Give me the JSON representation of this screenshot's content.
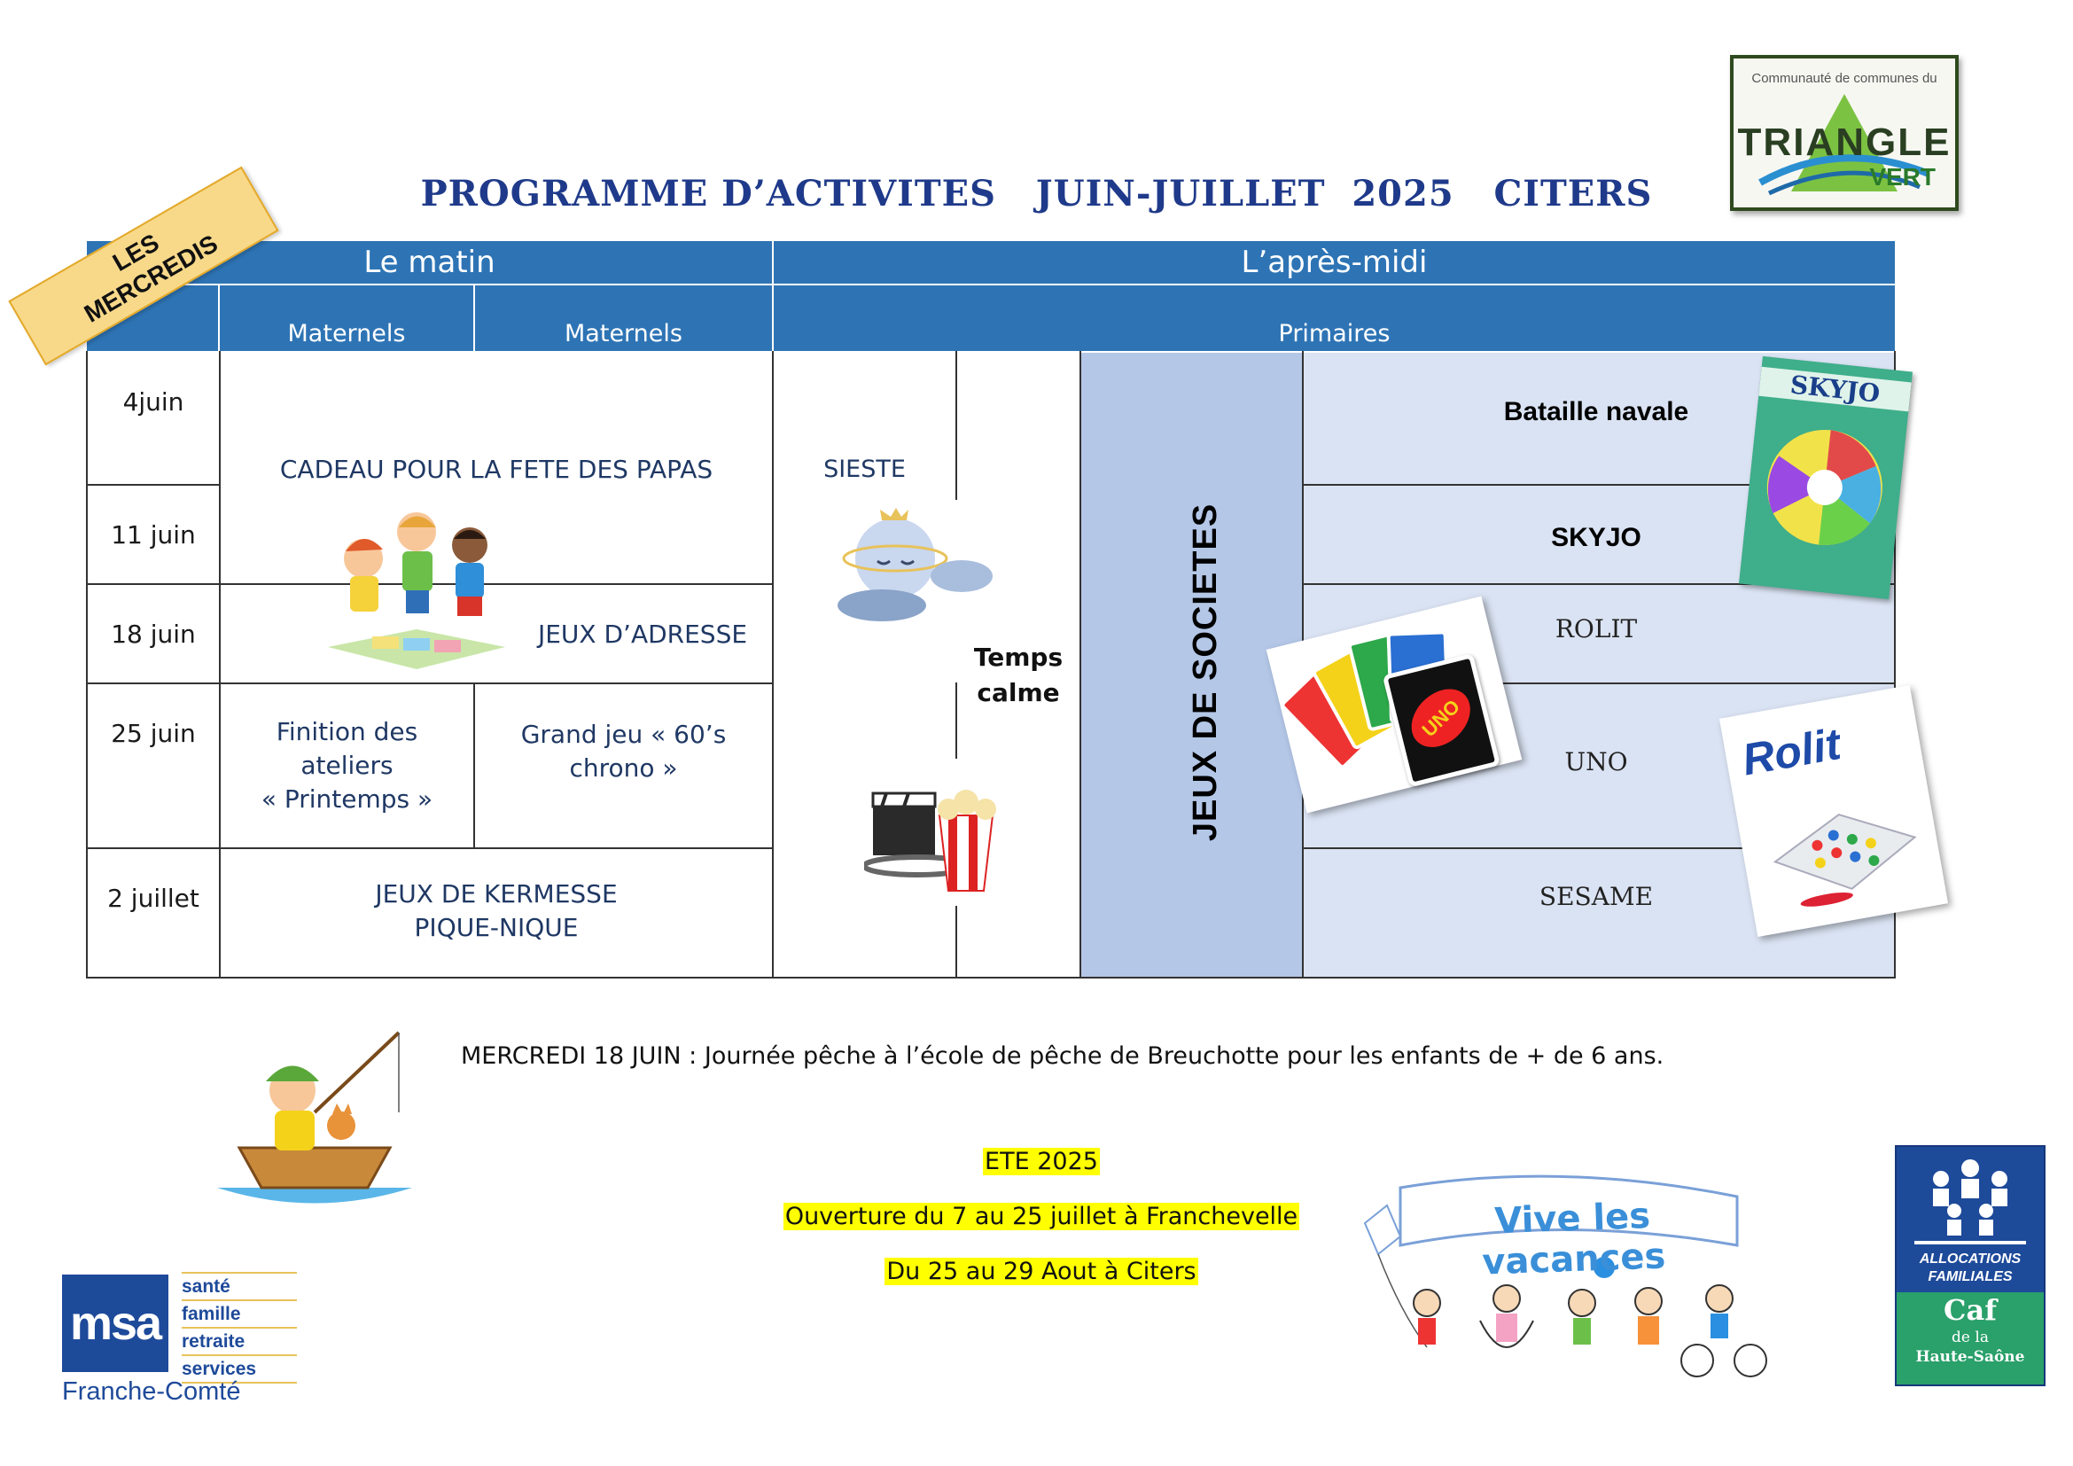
{
  "title": "PROGRAMME D’ACTIVITES   JUIN-JUILLET  2025   CITERS",
  "ribbon": {
    "line1": "LES",
    "line2": "MERCREDIS"
  },
  "logo_triangle": {
    "top_text": "Communauté de communes du",
    "word": "TRIANGLE",
    "word2": "VERT"
  },
  "header": {
    "matin": "Le matin",
    "apres_midi": "L’après-midi",
    "maternels_1": "Maternels",
    "maternels_2": "Maternels",
    "primaires": "Primaires"
  },
  "dates": [
    "4juin",
    "11 juin",
    "18 juin",
    "25 juin",
    "2 juillet"
  ],
  "morning": {
    "cadeau": "CADEAU POUR LA FETE DES PAPAS",
    "jeux_adresse": "JEUX D’ADRESSE",
    "finition_line1": "Finition des",
    "finition_line2": "ateliers",
    "finition_line3": "« Printemps »",
    "grand_jeu_line1": "Grand jeu « 60’s",
    "grand_jeu_line2": "chrono »",
    "kermesse_line1": "JEUX DE KERMESSE",
    "kermesse_line2": "PIQUE-NIQUE"
  },
  "afternoon": {
    "sieste": "SIESTE",
    "temps_calme_line1": "Temps",
    "temps_calme_line2": "calme",
    "jeux_societes": "JEUX DE SOCIETES",
    "games": [
      "Bataille navale",
      "SKYJO",
      "ROLIT",
      "UNO",
      "SESAME"
    ]
  },
  "card_labels": {
    "skyjo": "SKYJO",
    "uno": "UNO",
    "rolit": "Rolit"
  },
  "note": "MERCREDI 18 JUIN : Journée pêche à l’école de pêche de Breuchotte pour les enfants de + de 6 ans.",
  "summer": {
    "line1": "ETE 2025",
    "line2": "Ouverture du 7 au 25 juillet à Franchevelle",
    "line3": "Du 25 au 29 Aout à Citers"
  },
  "vacances_banner": "Vive les vacances",
  "msa": {
    "logo": "msa",
    "lines": [
      "santé",
      "famille",
      "retraite",
      "services"
    ],
    "region": "Franche-Comté"
  },
  "caf": {
    "line1": "ALLOCATIONS",
    "line2": "FAMILIALES",
    "caf": "Caf",
    "line3": "de la",
    "line4": "Haute-Saône"
  },
  "colors": {
    "header_blue": "#2e74b5",
    "title_blue": "#1f3a8a",
    "light_blue": "#dae3f3",
    "mid_blue": "#b4c7e7",
    "highlight": "#ffff00",
    "ribbon": "#f8d98a"
  }
}
